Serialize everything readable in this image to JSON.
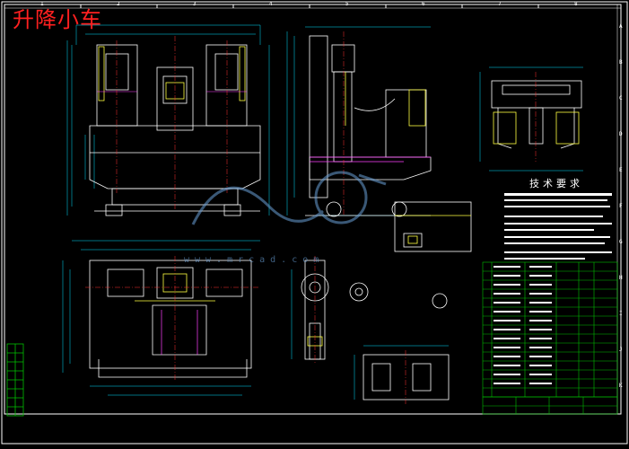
{
  "drawing": {
    "title": "升降小车",
    "tech_requirements_title": "技术要求",
    "sheet_zones_top": [
      "1",
      "2",
      "3",
      "4",
      "5",
      "6",
      "7",
      "8"
    ],
    "sheet_zones_right": [
      "A",
      "B",
      "C",
      "D",
      "E",
      "F",
      "G",
      "H",
      "I",
      "J",
      "K"
    ]
  },
  "colors": {
    "background": "#000000",
    "frame": "#ffffff",
    "title_red": "#ff2020",
    "outline_white": "#ffffff",
    "dimension_cyan": "#00e0ff",
    "centerline_red": "#ff3030",
    "hidden_magenta": "#ff40ff",
    "table_green": "#00c000",
    "yellow": "#ffff40",
    "watermark_blue": "#6aa0d8"
  },
  "watermark": {
    "text": "www.mrcad.com",
    "icon": "cad-watermark-logo-icon"
  }
}
